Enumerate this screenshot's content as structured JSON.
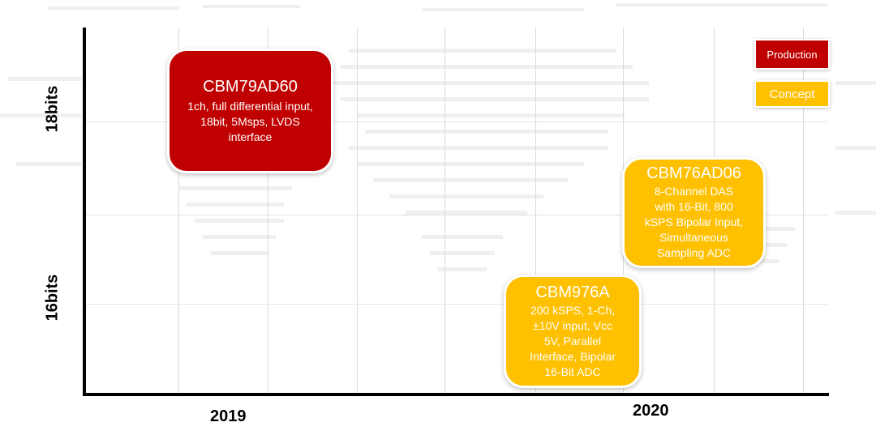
{
  "y_axis": {
    "labels": [
      "18bits",
      "16bits"
    ]
  },
  "x_axis": {
    "labels": [
      "2019",
      "2020"
    ]
  },
  "legend": [
    {
      "label": "Production",
      "color": "#c00000"
    },
    {
      "label": "Concept",
      "color": "#ffc000"
    }
  ],
  "cards": [
    {
      "title": "CBM79AD60",
      "lines": [
        "1ch, full differential input,",
        "18bit, 5Msps, LVDS",
        "interface"
      ],
      "status": "Production"
    },
    {
      "title": "CBM76AD06",
      "lines": [
        "8-Channel DAS",
        "with 16-Bit, 800",
        "kSPS Bipolar Input,",
        "Simultaneous",
        "Sampling ADC"
      ],
      "status": "Concept"
    },
    {
      "title": "CBM976A",
      "lines": [
        "200 kSPS, 1-Ch,",
        "±10V input, Vcc",
        "5V, Parallel",
        "Interface, Bipolar",
        "16-Bit ADC"
      ],
      "status": "Concept"
    }
  ]
}
